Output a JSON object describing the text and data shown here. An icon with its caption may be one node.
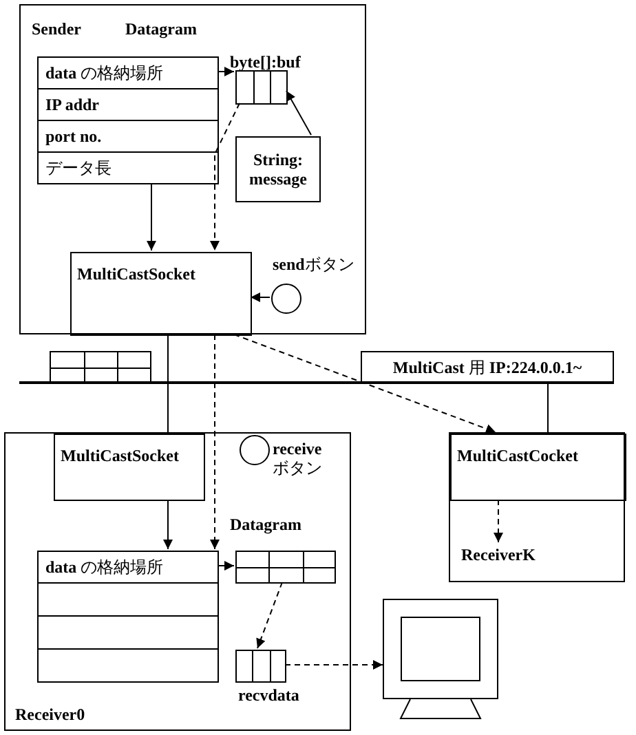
{
  "diagram": {
    "nodes": [
      {
        "text": [
          "Sender",
          "Datagram"
        ]
      },
      {
        "text": [
          "**data** の格納場所"
        ],
        "in": 0
      },
      {
        "text": [
          "IP addr"
        ],
        "in": 0
      },
      {
        "text": [
          "port no."
        ],
        "in": 0
      },
      {
        "text": [
          "データ長"
        ],
        "in": 0
      },
      {
        "text": [],
        "shape": "box",
        "beside": [
          "byte[]:buf"
        ],
        "in": 0
      },
      {
        "text": [
          "String: message"
        ],
        "in": 0
      },
      {
        "text": [
          "MultiCastSocket"
        ],
        "in": 0
      },
      {
        "text": [],
        "shape": "circle",
        "beside": [
          "**send**ボタン"
        ],
        "in": 0
      },
      {
        "text": [
          "**MultiCast** 用 **IP:224.0.0.1~**"
        ]
      },
      {
        "text": [],
        "shape": "bar"
      },
      {
        "text": [
          "Receiver0"
        ]
      },
      {
        "text": [
          "MultiCastSocket"
        ],
        "in": 11
      },
      {
        "text": [],
        "shape": "circle",
        "beside": [
          "**receive** ボタン"
        ],
        "in": 11
      },
      {
        "text": [
          "**data** の格納場所"
        ],
        "in": 11
      },
      {
        "text": [],
        "shape": "box",
        "in": 11
      },
      {
        "text": [],
        "shape": "box",
        "in": 11
      },
      {
        "text": [],
        "shape": "box",
        "in": 11
      },
      {
        "text": [],
        "shape": "box",
        "beside": [
          "Datagram"
        ],
        "in": 11
      },
      {
        "text": [],
        "shape": "box",
        "beside": [
          "recvdata"
        ],
        "in": 11
      },
      {
        "text": [],
        "shape": "box"
      },
      {
        "text": [
          "MultiCastCocket"
        ],
        "in": 20
      },
      {
        "text": [
          "ReceiverK"
        ],
        "in": 20
      },
      {
        "text": [],
        "shape": "picture"
      }
    ],
    "edges": [
      {
        "from": 1,
        "to": 5,
        "arrow": "to"
      },
      {
        "from": 6,
        "to": 5,
        "arrow": "to"
      },
      {
        "from": 5,
        "to": 7,
        "arrow": "to",
        "style": "dashed"
      },
      {
        "from": 4,
        "to": 7,
        "arrow": "to"
      },
      {
        "from": 8,
        "to": 7,
        "arrow": "to"
      },
      {
        "from": 7,
        "to": 10,
        "arrow": "none"
      },
      {
        "from": 7,
        "to": 14,
        "arrow": "to",
        "style": "dashed"
      },
      {
        "from": 7,
        "to": 21,
        "arrow": "to",
        "style": "dashed"
      },
      {
        "from": 10,
        "to": 12,
        "arrow": "none"
      },
      {
        "from": 10,
        "to": 20,
        "arrow": "none"
      },
      {
        "from": 12,
        "to": 14,
        "arrow": "to"
      },
      {
        "from": 14,
        "to": 18,
        "arrow": "to"
      },
      {
        "from": 18,
        "to": 19,
        "arrow": "to",
        "style": "dashed"
      },
      {
        "from": 19,
        "to": 23,
        "arrow": "to",
        "style": "dashed"
      },
      {
        "from": 21,
        "to": 22,
        "arrow": "to",
        "style": "dashed"
      }
    ]
  }
}
